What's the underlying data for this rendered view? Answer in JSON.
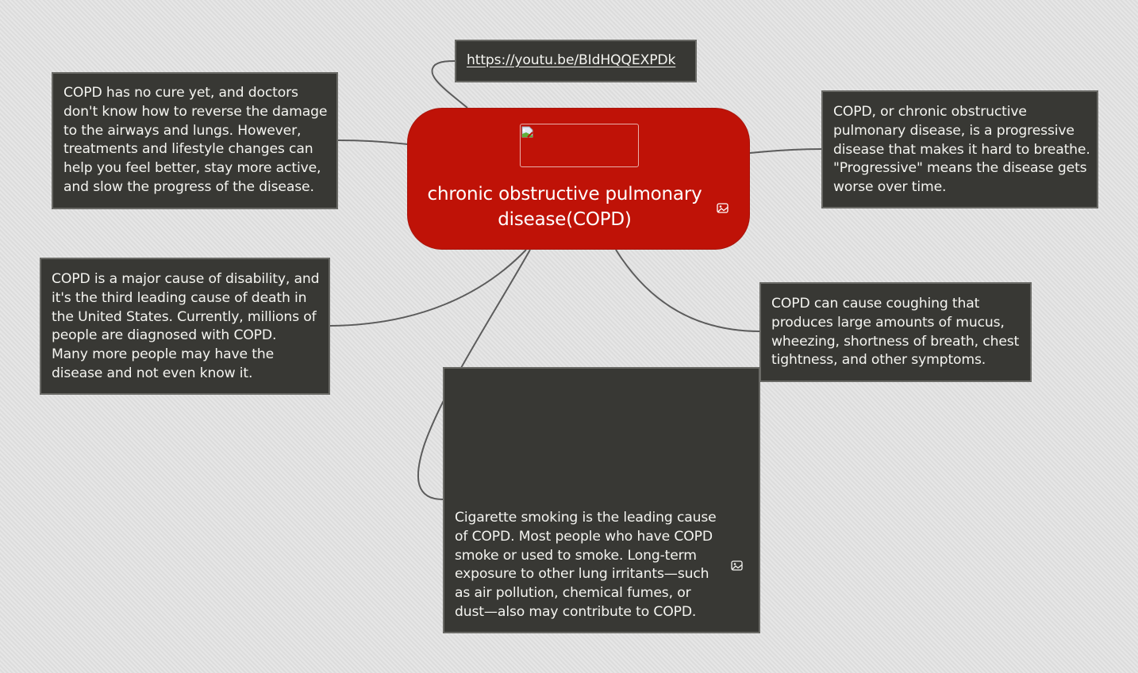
{
  "mindmap": {
    "central": {
      "title": "chronic obstructive pulmonary\ndisease(COPD)",
      "image": "broken-image-placeholder",
      "attachment_icon": "image-icon",
      "color": "#bf1207"
    },
    "link_node": {
      "url": "https://youtu.be/BIdHQQEXPDk"
    },
    "topics": [
      {
        "id": "no-cure",
        "text": "COPD has no cure yet, and doctors\ndon't know how to reverse the damage\nto the airways and lungs. However,\ntreatments and lifestyle changes can\nhelp you feel better, stay more active,\nand slow the progress of the disease."
      },
      {
        "id": "definition",
        "text": "COPD, or chronic obstructive\npulmonary disease, is a progressive\ndisease that makes it hard to breathe.\n\"Progressive\" means the disease gets\nworse over time."
      },
      {
        "id": "disability",
        "text": "COPD is a major cause of disability, and\nit's the third leading cause of death in\nthe United States. Currently, millions of\npeople are diagnosed with COPD.\nMany more people may have the\ndisease and not even know it."
      },
      {
        "id": "symptoms",
        "text": "COPD can cause coughing that\nproduces large amounts of mucus,\nwheezing, shortness of breath, chest\ntightness, and other symptoms."
      },
      {
        "id": "causes",
        "text": "Cigarette smoking is the leading cause\nof COPD. Most people who have COPD\nsmoke or used to smoke. Long-term\nexposure to other lung irritants—such\nas air pollution, chemical fumes, or\ndust—also may contribute to COPD.",
        "attachment_icon": "image-icon"
      }
    ],
    "colors": {
      "background": "#e0e0e0",
      "node_fill": "#383834",
      "node_border": "#6a6a66",
      "connector": "#5c5c5c",
      "text": "#f4f4f0"
    }
  }
}
